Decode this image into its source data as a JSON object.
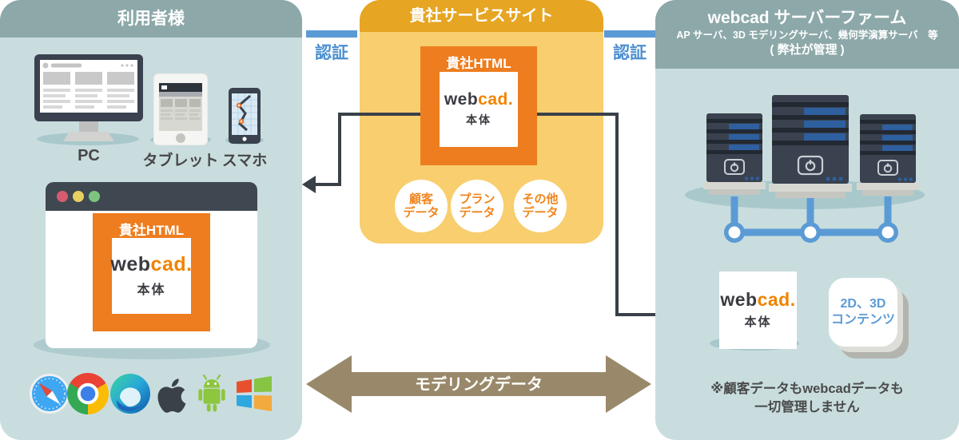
{
  "logo": {
    "web": "web",
    "cad": "cad.",
    "body": "本体"
  },
  "labels": {
    "kisha_html": "貴社HTML",
    "auth": "認証",
    "modeling_data": "モデリングデータ"
  },
  "users_panel": {
    "title": "利用者様",
    "device_pc": "PC",
    "device_tablet": "タブレット",
    "device_phone": "スマホ",
    "platform_icons": [
      "safari",
      "chrome",
      "edge",
      "apple",
      "android",
      "windows"
    ]
  },
  "service_panel": {
    "title": "貴社サービスサイト",
    "circles": [
      {
        "line1": "顧客",
        "line2": "データ"
      },
      {
        "line1": "プラン",
        "line2": "データ"
      },
      {
        "line1": "その他",
        "line2": "データ"
      }
    ]
  },
  "server_panel": {
    "title": "webcad サーバーファーム",
    "subtitle": "AP サーバ、3D モデリングサーバ、幾何学演算サーバ　等",
    "managed": "( 弊社が管理 )",
    "contents_line1": "2D、3D",
    "contents_line2": "コンテンツ",
    "note_line1": "※顧客データもwebcadデータも",
    "note_line2": "一切管理しません"
  },
  "colors": {
    "panel_header": "#8DA8A9",
    "panel_body": "#C9DDDF",
    "service_header": "#E6A522",
    "service_body": "#F8CE6E",
    "orange_box": "#ED7D1F",
    "logo_orange": "#F08300",
    "auth_blue": "#5B9BD5",
    "network_blue": "#5B9BD5",
    "arrow_brown": "#99896A",
    "connector_dark": "#3A4048"
  }
}
